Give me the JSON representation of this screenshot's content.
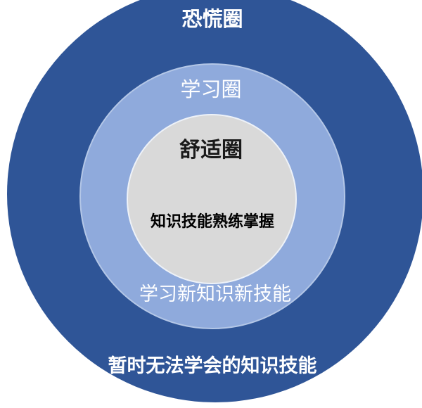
{
  "zones": {
    "outer": {
      "title": "恐慌圈",
      "description": "暂时无法学会的知识技能",
      "color": "#2f5597"
    },
    "middle": {
      "title": "学习圈",
      "description": "学习新知识新技能",
      "color": "#8faadc"
    },
    "inner": {
      "title": "舒适圈",
      "description": "知识技能熟练掌握",
      "color": "#d9d9d9"
    }
  }
}
